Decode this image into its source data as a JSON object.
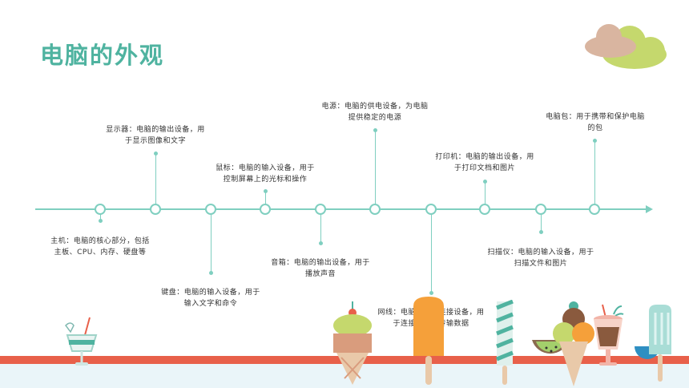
{
  "title": "电脑的外观",
  "items": [
    {
      "text": "主机：电脑的核心部分，包括主板、CPU、内存、硬盘等"
    },
    {
      "text": "显示器：电脑的输出设备，用于显示图像和文字"
    },
    {
      "text": "键盘：电脑的输入设备，用于输入文字和命令"
    },
    {
      "text": "鼠标：电脑的输入设备，用于控制屏幕上的光标和操作"
    },
    {
      "text": "音箱：电脑的输出设备，用于播放声音"
    },
    {
      "text": "电源：电脑的供电设备，为电脑提供稳定的电源"
    },
    {
      "text": "网线：电脑的网络连接设备，用于连接网络和传输数据"
    },
    {
      "text": "打印机：电脑的输出设备，用于打印文档和图片"
    },
    {
      "text": "扫描仪：电脑的输入设备，用于扫描文件和图片"
    },
    {
      "text": "电脑包：用于携带和保护电脑的包"
    }
  ],
  "colors": {
    "accent": "#4fb3a0",
    "line": "#7fcfc0",
    "ground_stripe": "#e8604a",
    "cloud_green": "#c5d86d",
    "cloud_pink": "#d9b5a0"
  },
  "decorations": [
    "cloud-icon",
    "cocktail-icon",
    "ice-cream-cone-icon",
    "popsicle-icon",
    "ice-cream-bar-icon",
    "kiwi-icon",
    "ice-cream-scoops-icon",
    "drink-cup-icon",
    "popsicle-mint-icon"
  ]
}
